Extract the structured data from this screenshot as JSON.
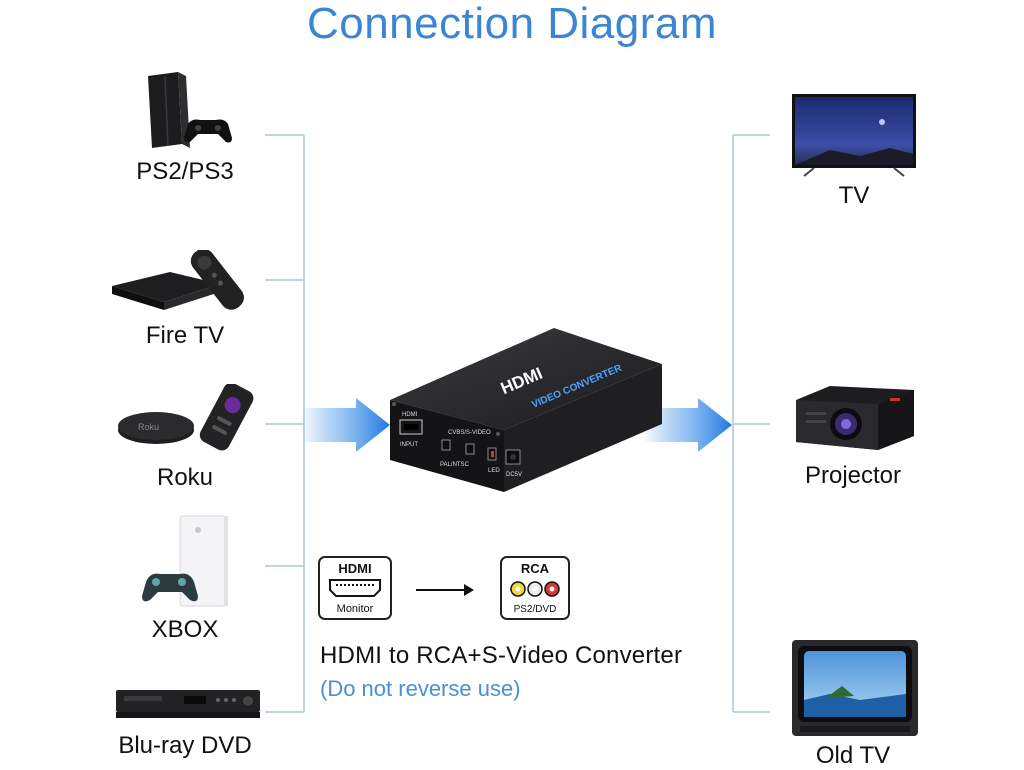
{
  "title": "Connection Diagram",
  "sources": [
    {
      "label": "PS2/PS3"
    },
    {
      "label": "Fire TV"
    },
    {
      "label": "Roku"
    },
    {
      "label": "XBOX"
    },
    {
      "label": "Blu-ray DVD"
    }
  ],
  "outputs": [
    {
      "label": "TV"
    },
    {
      "label": "Projector"
    },
    {
      "label": "Old TV"
    }
  ],
  "device": {
    "top_brand": "HDMI",
    "top_product": "VIDEO CONVERTER",
    "ports": {
      "hdmi": "HDMI",
      "input": "INPUT",
      "cvbs": "CVBS/S-VIDEO",
      "palntsc": "PAL/NTSC",
      "led": "LED",
      "dc": "DC5V"
    }
  },
  "icons": {
    "hdmi_box_title": "HDMI",
    "hdmi_box_caption": "Monitor",
    "rca_box_title": "RCA",
    "rca_box_caption": "PS2/DVD"
  },
  "caption": {
    "main": "HDMI to RCA+S-Video Converter",
    "note": "(Do not reverse use)"
  },
  "colors": {
    "title": "#3a86d4",
    "lines": "#a9c6e6",
    "arrow": "#2f86e4",
    "note": "#4a8fd6"
  }
}
